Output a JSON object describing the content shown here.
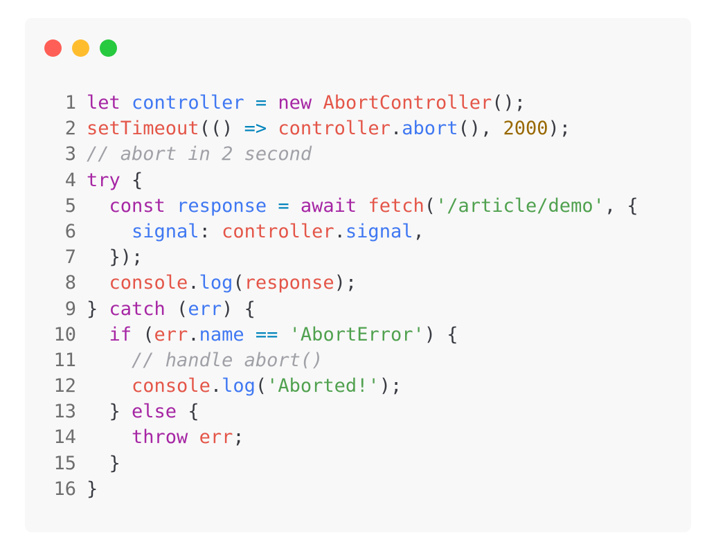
{
  "window": {
    "buttons": [
      {
        "name": "close",
        "color": "#ff5f56"
      },
      {
        "name": "minimize",
        "color": "#ffbd2e"
      },
      {
        "name": "maximize",
        "color": "#27c93f"
      }
    ]
  },
  "code": {
    "lines": [
      {
        "n": "1",
        "tokens": [
          {
            "t": "let",
            "c": "keyword"
          },
          {
            "t": " ",
            "c": "text"
          },
          {
            "t": "controller",
            "c": "var"
          },
          {
            "t": " ",
            "c": "text"
          },
          {
            "t": "=",
            "c": "op"
          },
          {
            "t": " ",
            "c": "text"
          },
          {
            "t": "new",
            "c": "keyword"
          },
          {
            "t": " ",
            "c": "text"
          },
          {
            "t": "AbortController",
            "c": "ident"
          },
          {
            "t": "();",
            "c": "punct"
          }
        ]
      },
      {
        "n": "2",
        "tokens": [
          {
            "t": "setTimeout",
            "c": "ident"
          },
          {
            "t": "(() ",
            "c": "punct"
          },
          {
            "t": "=>",
            "c": "op"
          },
          {
            "t": " ",
            "c": "text"
          },
          {
            "t": "controller",
            "c": "ident"
          },
          {
            "t": ".",
            "c": "punct"
          },
          {
            "t": "abort",
            "c": "prop"
          },
          {
            "t": "(), ",
            "c": "punct"
          },
          {
            "t": "2000",
            "c": "num"
          },
          {
            "t": ");",
            "c": "punct"
          }
        ]
      },
      {
        "n": "3",
        "tokens": [
          {
            "t": "// abort in 2 second",
            "c": "comment"
          }
        ]
      },
      {
        "n": "4",
        "tokens": [
          {
            "t": "try",
            "c": "keyword"
          },
          {
            "t": " {",
            "c": "punct"
          }
        ]
      },
      {
        "n": "5",
        "tokens": [
          {
            "t": "  ",
            "c": "text"
          },
          {
            "t": "const",
            "c": "keyword"
          },
          {
            "t": " ",
            "c": "text"
          },
          {
            "t": "response",
            "c": "var"
          },
          {
            "t": " ",
            "c": "text"
          },
          {
            "t": "=",
            "c": "op"
          },
          {
            "t": " ",
            "c": "text"
          },
          {
            "t": "await",
            "c": "keyword"
          },
          {
            "t": " ",
            "c": "text"
          },
          {
            "t": "fetch",
            "c": "ident"
          },
          {
            "t": "(",
            "c": "punct"
          },
          {
            "t": "'/article/demo'",
            "c": "str"
          },
          {
            "t": ", {",
            "c": "punct"
          }
        ]
      },
      {
        "n": "6",
        "tokens": [
          {
            "t": "    ",
            "c": "text"
          },
          {
            "t": "signal",
            "c": "prop"
          },
          {
            "t": ": ",
            "c": "punct"
          },
          {
            "t": "controller",
            "c": "ident"
          },
          {
            "t": ".",
            "c": "punct"
          },
          {
            "t": "signal",
            "c": "prop"
          },
          {
            "t": ",",
            "c": "punct"
          }
        ]
      },
      {
        "n": "7",
        "tokens": [
          {
            "t": "  });",
            "c": "punct"
          }
        ]
      },
      {
        "n": "8",
        "tokens": [
          {
            "t": "  ",
            "c": "text"
          },
          {
            "t": "console",
            "c": "ident"
          },
          {
            "t": ".",
            "c": "punct"
          },
          {
            "t": "log",
            "c": "prop"
          },
          {
            "t": "(",
            "c": "punct"
          },
          {
            "t": "response",
            "c": "ident"
          },
          {
            "t": ");",
            "c": "punct"
          }
        ]
      },
      {
        "n": "9",
        "tokens": [
          {
            "t": "} ",
            "c": "punct"
          },
          {
            "t": "catch",
            "c": "keyword"
          },
          {
            "t": " (",
            "c": "punct"
          },
          {
            "t": "err",
            "c": "var"
          },
          {
            "t": ") {",
            "c": "punct"
          }
        ]
      },
      {
        "n": "10",
        "tokens": [
          {
            "t": "  ",
            "c": "text"
          },
          {
            "t": "if",
            "c": "keyword"
          },
          {
            "t": " (",
            "c": "punct"
          },
          {
            "t": "err",
            "c": "ident"
          },
          {
            "t": ".",
            "c": "punct"
          },
          {
            "t": "name",
            "c": "prop"
          },
          {
            "t": " ",
            "c": "text"
          },
          {
            "t": "==",
            "c": "op"
          },
          {
            "t": " ",
            "c": "text"
          },
          {
            "t": "'AbortError'",
            "c": "str"
          },
          {
            "t": ") {",
            "c": "punct"
          }
        ]
      },
      {
        "n": "11",
        "tokens": [
          {
            "t": "    ",
            "c": "text"
          },
          {
            "t": "// handle abort()",
            "c": "comment"
          }
        ]
      },
      {
        "n": "12",
        "tokens": [
          {
            "t": "    ",
            "c": "text"
          },
          {
            "t": "console",
            "c": "ident"
          },
          {
            "t": ".",
            "c": "punct"
          },
          {
            "t": "log",
            "c": "prop"
          },
          {
            "t": "(",
            "c": "punct"
          },
          {
            "t": "'Aborted!'",
            "c": "str"
          },
          {
            "t": ");",
            "c": "punct"
          }
        ]
      },
      {
        "n": "13",
        "tokens": [
          {
            "t": "  } ",
            "c": "punct"
          },
          {
            "t": "else",
            "c": "keyword"
          },
          {
            "t": " {",
            "c": "punct"
          }
        ]
      },
      {
        "n": "14",
        "tokens": [
          {
            "t": "    ",
            "c": "text"
          },
          {
            "t": "throw",
            "c": "keyword"
          },
          {
            "t": " ",
            "c": "text"
          },
          {
            "t": "err",
            "c": "ident"
          },
          {
            "t": ";",
            "c": "punct"
          }
        ]
      },
      {
        "n": "15",
        "tokens": [
          {
            "t": "  }",
            "c": "punct"
          }
        ]
      },
      {
        "n": "16",
        "tokens": [
          {
            "t": "}",
            "c": "punct"
          }
        ]
      }
    ]
  }
}
